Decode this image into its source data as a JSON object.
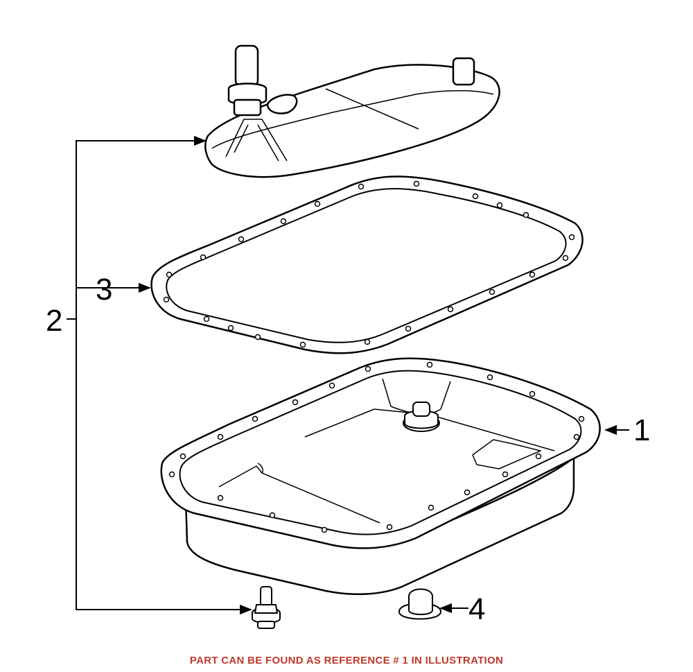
{
  "callouts": {
    "ref_1": "1",
    "ref_2": "2",
    "ref_3": "3",
    "ref_4": "4"
  },
  "footer_note": "PART CAN BE FOUND AS REFERENCE # 1 IN ILLUSTRATION",
  "colors": {
    "line": "#000000",
    "background": "#ffffff",
    "note": "#c0392b"
  }
}
